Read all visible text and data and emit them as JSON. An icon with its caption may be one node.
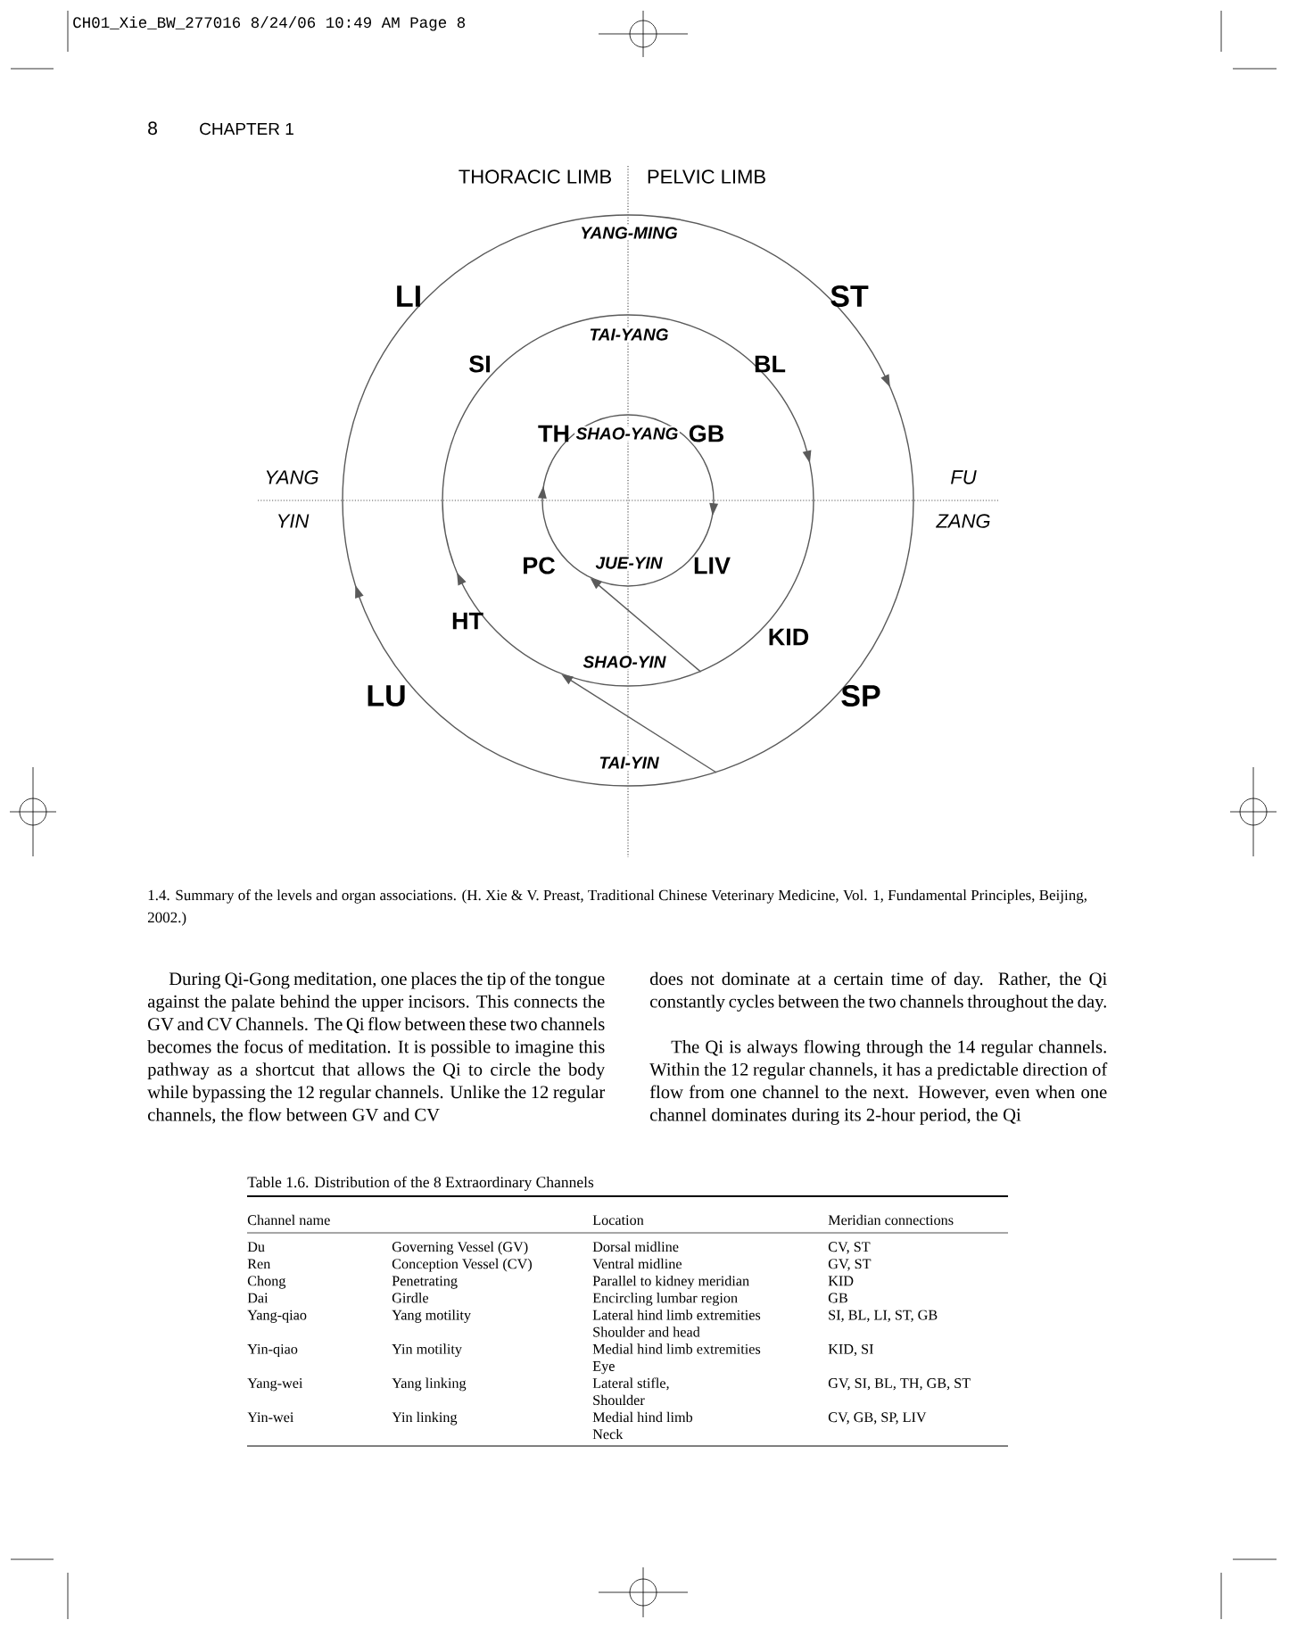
{
  "diagram": {
    "caption": "1.4. Summary of the levels and organ associations. (H. Xie & V. Preast, Traditional Chinese Veterinary Medicine, Vol. 1, Fundamental Principles, Beijing, 2002.)",
    "nodes": [
      {
        "text": [],
        "shape": "circle"
      },
      {
        "text": [],
        "shape": "circle",
        "in": 0
      },
      {
        "text": [],
        "shape": "circle",
        "in": 1
      }
    ],
    "edges": [
      {
        "from": 0,
        "to": 1,
        "arrow": "to"
      },
      {
        "from": 1,
        "to": 2,
        "arrow": "to"
      }
    ],
    "labels": [
      "CH01_Xie_BW_277016 8/24/06 10:49 AM Page 8",
      "8",
      "CHAPTER 1",
      "THORACIC LIMB",
      "PELVIC LIMB",
      "YANG-MING",
      "LI",
      "ST",
      "TAI-YANG",
      "SI",
      "BL",
      "TH",
      "SHAO-YANG",
      "GB",
      "YANG",
      "FU",
      "YIN",
      "ZANG",
      "PC",
      "JUE-YIN",
      "LIV",
      "HT",
      "KID",
      "SHAO-YIN",
      "LU",
      "SP",
      "TAI-YIN",
      "During Qi-Gong meditation, one places the tip of the tongue against the palate behind the upper incisors. This connects the GV and CV Channels. The Qi flow between these two channels becomes the focus of meditation. It is possible to imagine this pathway as a shortcut that allows the Qi to circle the body while bypassing the 12 regular channels. Unlike the 12 regular channels, the flow between GV and CV",
      "does not dominate at a certain time of day. Rather, the Qi constantly cycles between the two channels throughout the day.",
      "The Qi is always flowing through the 14 regular channels. Within the 12 regular channels, it has a predictable direction of flow from one channel to the next. However, even when one channel dominates during its 2-hour period, the Qi",
      "Table 1.6. Distribution of the 8 Extraordinary Channels",
      "Channel name",
      "Location",
      "Meridian connections",
      "Du",
      "Governing Vessel (GV)",
      "Dorsal midline",
      "CV, ST",
      "Ren",
      "Conception Vessel (CV)",
      "Ventral midline",
      "GV, ST",
      "Chong",
      "Penetrating",
      "Parallel to kidney meridian",
      "KID",
      "Dai",
      "Girdle",
      "Encircling lumbar region",
      "GB",
      "Yang-qiao",
      "Yang motility",
      "Lateral hind limb extremities",
      "SI, BL, LI, ST, GB",
      "Shoulder and head",
      "Yin-qiao",
      "Yin motility",
      "Medial hind limb extremities",
      "KID, SI",
      "Eye",
      "Yang-wei",
      "Yang linking",
      "Lateral stifle,",
      "GV, SI, BL, TH, GB, ST",
      "Shoulder",
      "Yin-wei",
      "Yin linking",
      "Medial hind limb",
      "CV, GB, SP, LIV",
      "Neck"
    ]
  }
}
